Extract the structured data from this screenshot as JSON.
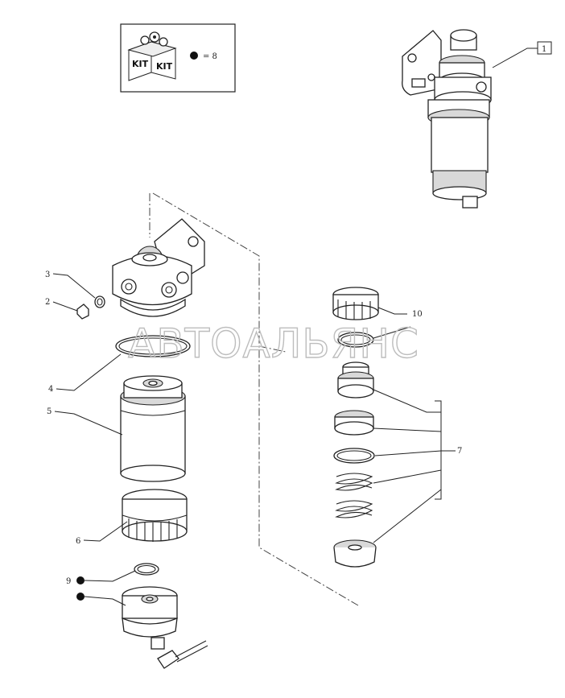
{
  "kit_legend": {
    "kit_label_1": "KIT",
    "kit_label_2": "KIT",
    "equals_text": "= 8"
  },
  "callouts": {
    "assembly": "1",
    "plug": "2",
    "washer": "3",
    "seal": "4",
    "filter_cartridge": "5",
    "ring_nut": "6",
    "kit_group": "7",
    "o_ring": "9",
    "ring_nut_pump": "10"
  },
  "watermark": "АВТОАЛЬЯНС",
  "colors": {
    "ink": "#222222",
    "watermark": "#bdbdbd",
    "kit_dot": "#111111"
  }
}
